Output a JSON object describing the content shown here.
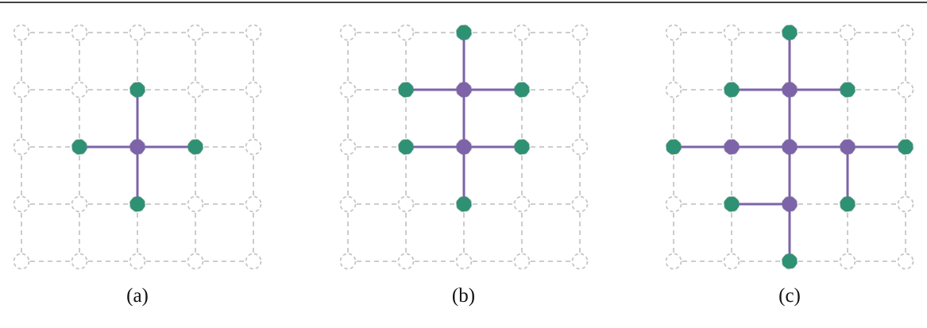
{
  "figure": {
    "description": "Three lattice diagrams showing trees of purple internal nodes and green leaf nodes on a 5x5 dashed grid",
    "colors": {
      "green": "#2f9173",
      "purple": "#7d63a8",
      "lattice": "#c6c6c6",
      "rule": "#444444",
      "label_text": "#111111"
    },
    "panels": [
      {
        "label": "(a)",
        "grid": {
          "rows": 5,
          "cols": 5
        },
        "purple_nodes": [
          [
            2,
            2
          ]
        ],
        "green_nodes": [
          [
            1,
            2
          ],
          [
            2,
            1
          ],
          [
            2,
            3
          ],
          [
            3,
            2
          ]
        ],
        "edges": [
          [
            [
              1,
              2
            ],
            [
              2,
              2
            ]
          ],
          [
            [
              2,
              1
            ],
            [
              2,
              2
            ]
          ],
          [
            [
              2,
              2
            ],
            [
              2,
              3
            ]
          ],
          [
            [
              2,
              2
            ],
            [
              3,
              2
            ]
          ]
        ]
      },
      {
        "label": "(b)",
        "grid": {
          "rows": 5,
          "cols": 5
        },
        "purple_nodes": [
          [
            1,
            2
          ],
          [
            2,
            2
          ]
        ],
        "green_nodes": [
          [
            0,
            2
          ],
          [
            1,
            1
          ],
          [
            1,
            3
          ],
          [
            2,
            1
          ],
          [
            2,
            3
          ],
          [
            3,
            2
          ]
        ],
        "edges": [
          [
            [
              0,
              2
            ],
            [
              1,
              2
            ]
          ],
          [
            [
              1,
              1
            ],
            [
              1,
              2
            ]
          ],
          [
            [
              1,
              2
            ],
            [
              1,
              3
            ]
          ],
          [
            [
              1,
              2
            ],
            [
              2,
              2
            ]
          ],
          [
            [
              2,
              1
            ],
            [
              2,
              2
            ]
          ],
          [
            [
              2,
              2
            ],
            [
              2,
              3
            ]
          ],
          [
            [
              2,
              2
            ],
            [
              3,
              2
            ]
          ]
        ]
      },
      {
        "label": "(c)",
        "grid": {
          "rows": 5,
          "cols": 5
        },
        "purple_nodes": [
          [
            1,
            2
          ],
          [
            2,
            1
          ],
          [
            2,
            2
          ],
          [
            2,
            3
          ],
          [
            3,
            2
          ]
        ],
        "green_nodes": [
          [
            0,
            2
          ],
          [
            1,
            1
          ],
          [
            1,
            3
          ],
          [
            2,
            0
          ],
          [
            2,
            4
          ],
          [
            3,
            1
          ],
          [
            3,
            3
          ],
          [
            4,
            2
          ]
        ],
        "edges": [
          [
            [
              0,
              2
            ],
            [
              1,
              2
            ]
          ],
          [
            [
              1,
              1
            ],
            [
              1,
              2
            ]
          ],
          [
            [
              1,
              2
            ],
            [
              1,
              3
            ]
          ],
          [
            [
              1,
              2
            ],
            [
              2,
              2
            ]
          ],
          [
            [
              2,
              0
            ],
            [
              2,
              1
            ]
          ],
          [
            [
              2,
              1
            ],
            [
              2,
              2
            ]
          ],
          [
            [
              2,
              2
            ],
            [
              2,
              3
            ]
          ],
          [
            [
              2,
              3
            ],
            [
              2,
              4
            ]
          ],
          [
            [
              2,
              2
            ],
            [
              3,
              2
            ]
          ],
          [
            [
              3,
              1
            ],
            [
              3,
              2
            ]
          ],
          [
            [
              2,
              3
            ],
            [
              3,
              3
            ]
          ],
          [
            [
              3,
              2
            ],
            [
              4,
              2
            ]
          ]
        ]
      }
    ]
  }
}
